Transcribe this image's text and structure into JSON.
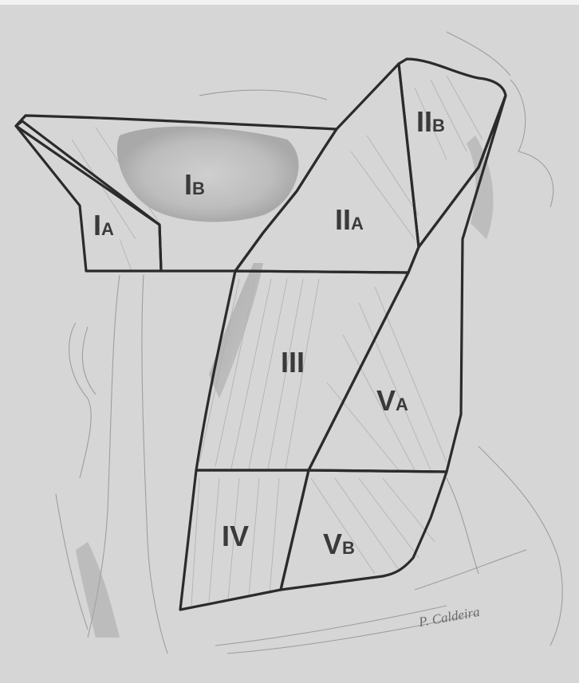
{
  "diagram": {
    "regions": [
      {
        "id": "IA",
        "numeral": "I",
        "sublevel": "A"
      },
      {
        "id": "IB",
        "numeral": "I",
        "sublevel": "B"
      },
      {
        "id": "IIA",
        "numeral": "II",
        "sublevel": "A"
      },
      {
        "id": "IIB",
        "numeral": "II",
        "sublevel": "B"
      },
      {
        "id": "III",
        "numeral": "III",
        "sublevel": ""
      },
      {
        "id": "IV",
        "numeral": "IV",
        "sublevel": ""
      },
      {
        "id": "VA",
        "numeral": "V",
        "sublevel": "A"
      },
      {
        "id": "VB",
        "numeral": "V",
        "sublevel": "B"
      }
    ],
    "signature": "P. Caldeira"
  },
  "colors": {
    "background": "#d6d6d6",
    "outline": "#2b2b2b",
    "label": "#3a3a3a",
    "shading": "#9a9a9a"
  }
}
